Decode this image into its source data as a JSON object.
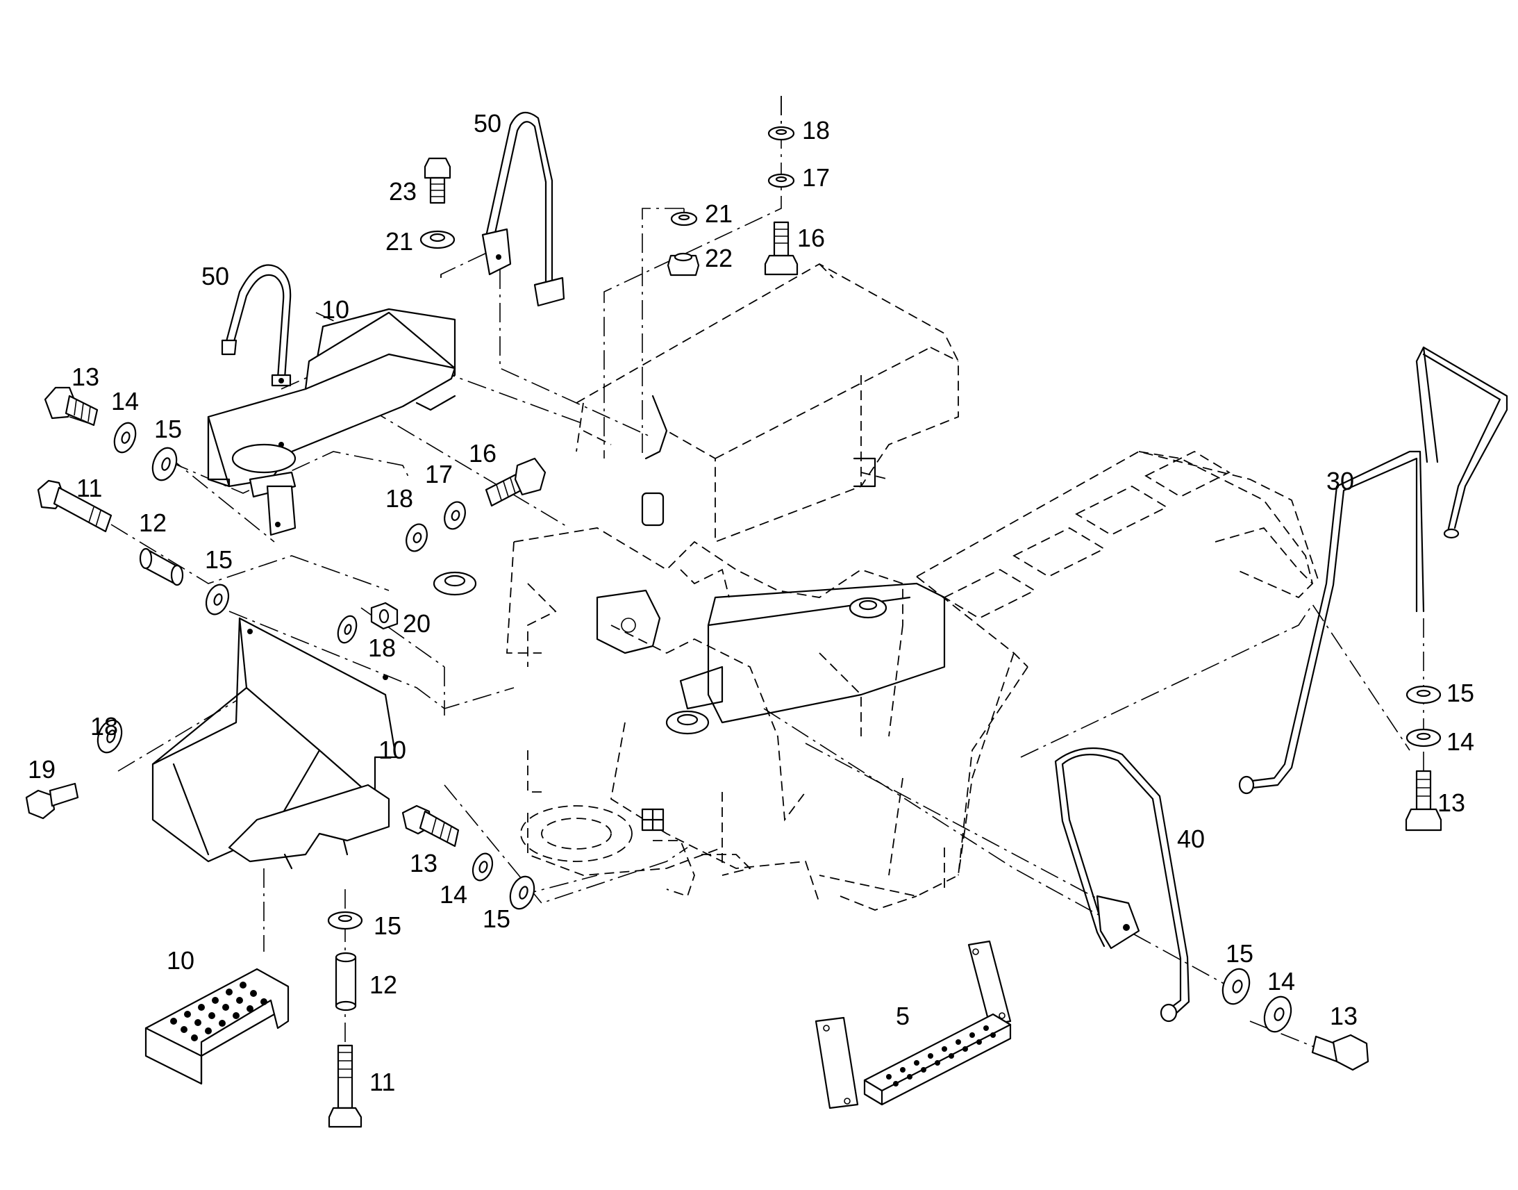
{
  "callouts": {
    "c50a": "50",
    "c23": "23",
    "c21a": "21",
    "c50b": "50",
    "c10a": "10",
    "c18a": "18",
    "c17a": "17",
    "c21b": "21",
    "c22": "22",
    "c16a": "16",
    "c13a": "13",
    "c14a": "14",
    "c15a": "15",
    "c11a": "11",
    "c12a": "12",
    "c15b": "15",
    "c18b": "18",
    "c17b": "17",
    "c16b": "16",
    "c20": "20",
    "c18c": "18",
    "c18d": "18",
    "c19": "19",
    "c10b": "10",
    "c13b": "13",
    "c14b": "14",
    "c15c": "15",
    "c15d": "15",
    "c10c": "10",
    "c12b": "12",
    "c11b": "11",
    "c30": "30",
    "c15e": "15",
    "c14c": "14",
    "c13c": "13",
    "c40": "40",
    "c5": "5",
    "c15f": "15",
    "c14d": "14",
    "c13d": "13"
  }
}
